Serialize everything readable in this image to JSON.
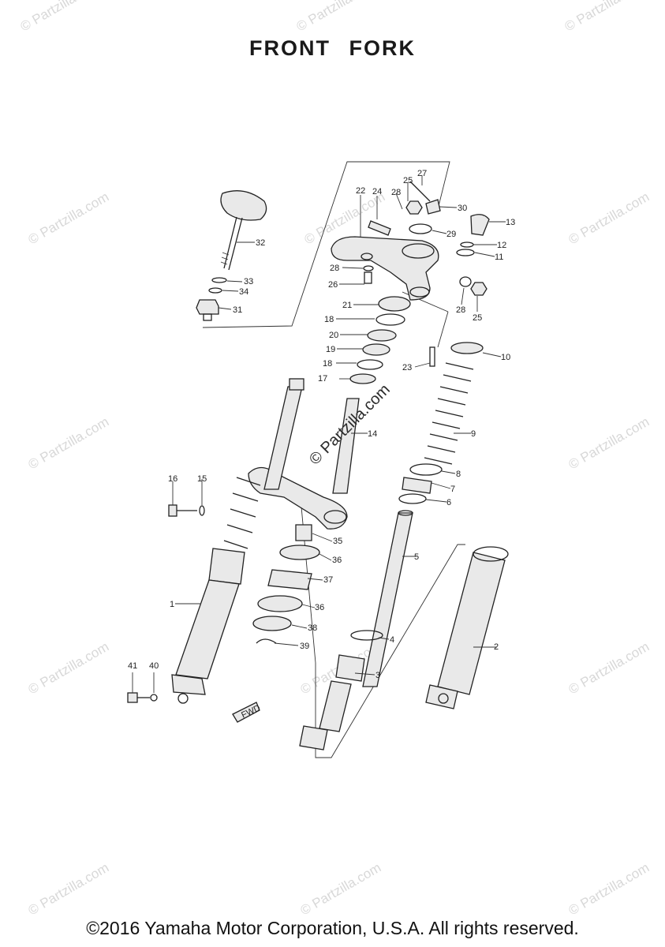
{
  "title": "FRONT FORK",
  "copyright": "©2016 Yamaha Motor Corporation, U.S.A. All rights reserved.",
  "watermark": "© Partzilla.com",
  "center_watermark": "© Partzilla.com",
  "fwd_label": "FWD",
  "callouts": [
    "1",
    "2",
    "3",
    "4",
    "5",
    "6",
    "7",
    "8",
    "9",
    "10",
    "11",
    "12",
    "13",
    "14",
    "15",
    "16",
    "17",
    "18",
    "18",
    "19",
    "20",
    "21",
    "22",
    "23",
    "24",
    "25",
    "25",
    "26",
    "27",
    "28",
    "28",
    "28",
    "29",
    "30",
    "31",
    "32",
    "33",
    "34",
    "35",
    "36",
    "36",
    "37",
    "38",
    "39",
    "40",
    "41"
  ]
}
